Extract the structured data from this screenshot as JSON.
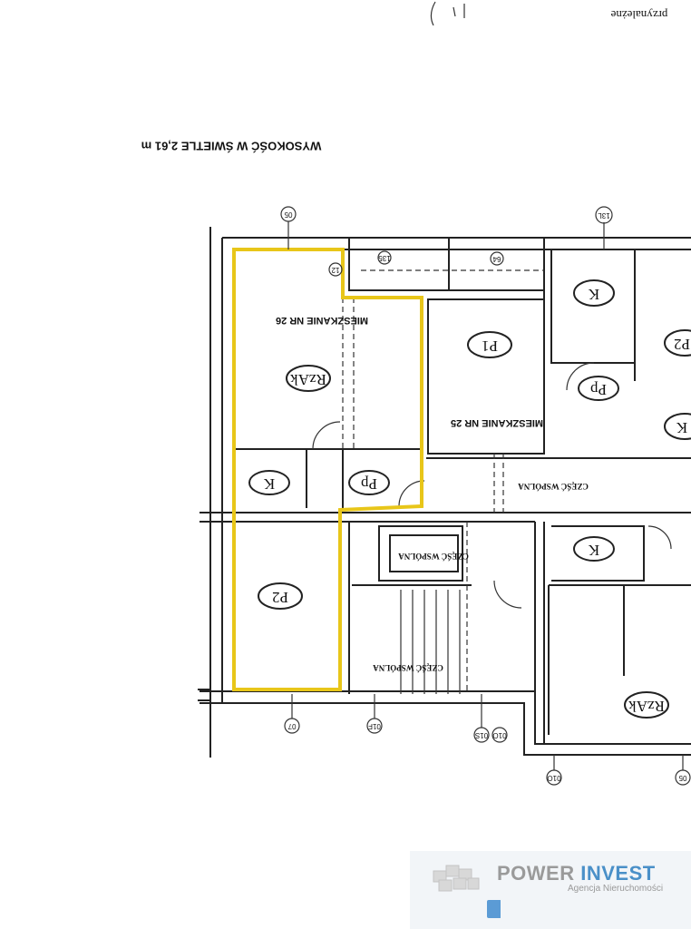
{
  "header": {
    "note": "przynależne",
    "height_label": "WYSOKOŚĆ W ŚWIETLE 2,61 m"
  },
  "plan": {
    "apartment_26": "MIESZKANIE NR 26",
    "apartment_25": "MIESZKANIE NR 25",
    "common": "CZĘŚĆ WSPÓLNA",
    "rooms": {
      "rzak": "RzAk",
      "k": "K",
      "pp": "Pp",
      "p1": "P1",
      "p2": "P2"
    },
    "axes": {
      "a05": "05",
      "a13l": "13L",
      "a07": "07",
      "a01f": "01F",
      "a01s": "01S",
      "a01o": "01O",
      "a12": "12",
      "a35": "135",
      "a64": "64"
    }
  },
  "watermark": {
    "brand_a": "POWER",
    "brand_b": "INVEST",
    "tagline": "Agencja Nieruchomości"
  },
  "colors": {
    "highlight": "#e8c619",
    "brand_blue": "#4a90c8"
  }
}
